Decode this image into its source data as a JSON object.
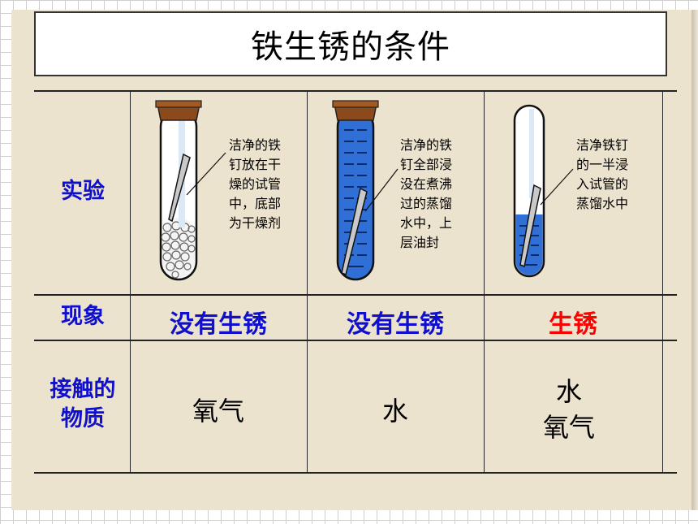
{
  "title": "铁生锈的条件",
  "rows": {
    "experiment": "实验",
    "phenomenon": "现象",
    "contact": "接触的\n物质"
  },
  "columns": [
    {
      "note": "洁净的铁\n钉放在干\n燥的试管\n中，底部\n为干燥剂",
      "result": "没有生锈",
      "contact": "氧气"
    },
    {
      "note": "洁净的铁\n钉全部浸\n没在煮沸\n过的蒸馏\n水中，上\n层油封",
      "result": "没有生锈",
      "contact": "水"
    },
    {
      "note": "洁净铁钉\n的一半浸\n入试管的\n蒸馏水中",
      "result": "生锈",
      "contact": "水\n氧气"
    }
  ],
  "colors": {
    "row_label": "#1010cc",
    "no_rust": "#1010cc",
    "rust": "#ff0000",
    "water": "#2f6fd6",
    "cork": "#8a4a1c"
  }
}
